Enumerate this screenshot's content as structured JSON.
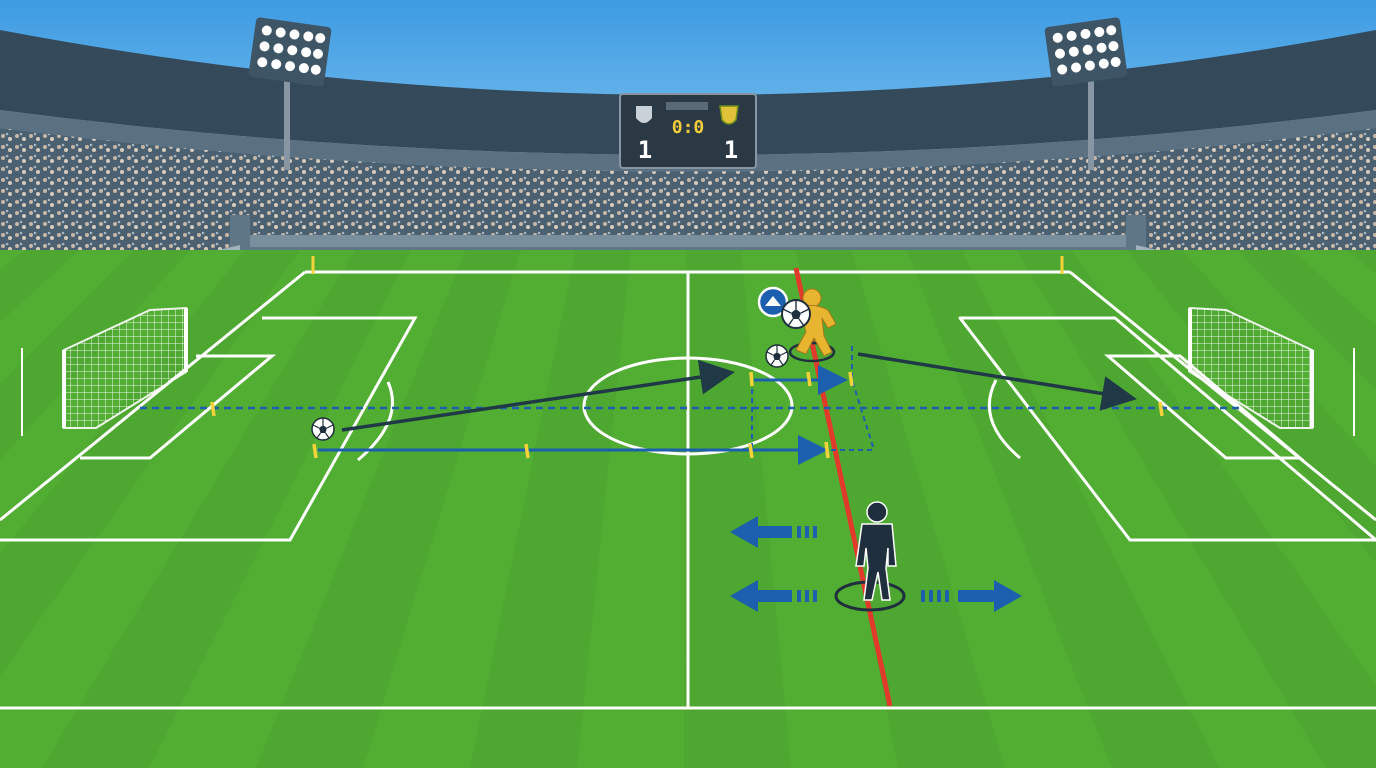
{
  "scoreboard": {
    "timer": "0:0",
    "home_score": "1",
    "away_score": "1",
    "home_crest": "shield-icon",
    "away_crest": "crest-icon"
  },
  "icons": {
    "ball": "soccer-ball-icon",
    "marker": "player-marker-icon",
    "arrow": "direction-arrow-icon"
  },
  "colors": {
    "sky": "#5eb3ea",
    "pitch_light": "#5cb83a",
    "pitch_dark": "#49a22e",
    "offside_line": "#e23a2a",
    "pass_line": "#1f3a46",
    "tactic_line": "#1b5fae",
    "attacker": "#e8b531",
    "defender": "#1f2f3d",
    "tick_marker": "#f3d23c"
  }
}
